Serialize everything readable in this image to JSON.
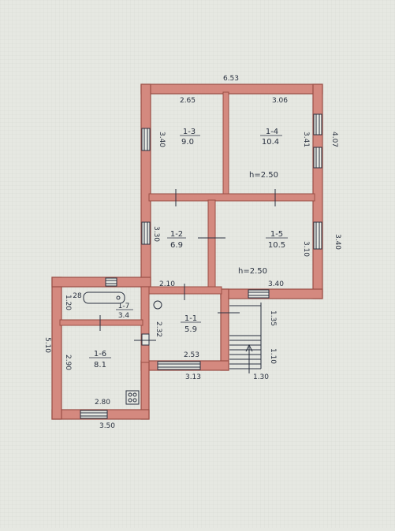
{
  "dims": {
    "total_width": "6.53",
    "right_height": "4.07",
    "left_height": "5.10",
    "width_3_13": "3.13",
    "width_3_50": "3.50",
    "stair_1_35": "1.35",
    "stair_1_10": "1.10",
    "stair_1_30": "1.30"
  },
  "rooms": {
    "r13": {
      "id": "1-3",
      "area": "9.0",
      "width": "2.65",
      "height": "3.40"
    },
    "r14": {
      "id": "1-4",
      "area": "10.4",
      "width": "3.06",
      "height": "3.41",
      "ceiling": "h=2.50"
    },
    "r12": {
      "id": "1-2",
      "area": "6.9",
      "width": "2.10",
      "height": "3.30"
    },
    "r15": {
      "id": "1-5",
      "area": "10.5",
      "width": "3.40",
      "height": "3.10",
      "outer_height": "3.40",
      "ceiling": "h=2.50"
    },
    "r11": {
      "id": "1-1",
      "area": "5.9",
      "width": "2.53",
      "height": "2.32"
    },
    "r17": {
      "id": "1-7",
      "area": "3.4",
      "width": "28",
      "height": "1.20"
    },
    "r16": {
      "id": "1-6",
      "area": "8.1",
      "width": "2.80",
      "height": "2.90"
    }
  },
  "colors": {
    "wall": "#d4897f",
    "wall_edge": "#9a4e45",
    "paper": "#e6e8e2",
    "ink": "#2a3140"
  }
}
